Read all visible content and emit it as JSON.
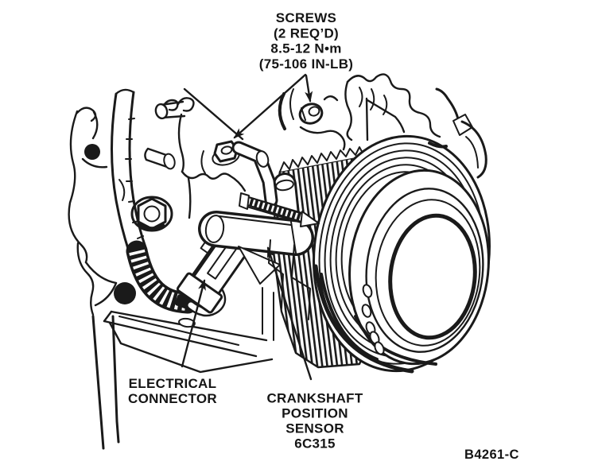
{
  "figure": {
    "background_color": "#ffffff",
    "ink_color": "#1a1a1a",
    "figure_id": "B4261-C",
    "callouts": {
      "screws": {
        "target": "mounting-screws",
        "lines": [
          "SCREWS",
          "(2 REQ’D)",
          "8.5-12 N•m",
          "(75-106 IN-LB)"
        ]
      },
      "electrical_connector": {
        "target": "electrical-connector",
        "lines": [
          "ELECTRICAL",
          "CONNECTOR"
        ]
      },
      "crankshaft_position_sensor": {
        "target": "crankshaft-position-sensor",
        "lines": [
          "CRANKSHAFT",
          "POSITION",
          "SENSOR",
          "6C315"
        ]
      }
    }
  }
}
